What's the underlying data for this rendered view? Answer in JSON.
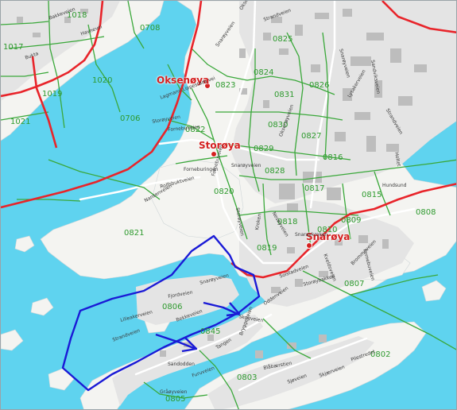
{
  "colors": {
    "water": "#5fd3ef",
    "land": "#f4f4f1",
    "urban": "#e4e4e4",
    "building": "#bdbdbd",
    "road": "#ffffff",
    "zone_line": "#3aa83a",
    "zone_label": "#2e9a2e",
    "district_line": "#e8242a",
    "highlight_line": "#1a1ad6",
    "place_label": "#d42020"
  },
  "places": [
    {
      "id": "oksenoya",
      "name": "Oksenøya"
    },
    {
      "id": "storoya",
      "name": "Storøya"
    },
    {
      "id": "snaroya",
      "name": "Snarøya"
    }
  ],
  "zones": [
    "1018",
    "0708",
    "1017",
    "1020",
    "1019",
    "1021",
    "0825",
    "0824",
    "0823",
    "0826",
    "0831",
    "0706",
    "0822",
    "0830",
    "0827",
    "0829",
    "0816",
    "0828",
    "0817",
    "0815",
    "0820",
    "0818",
    "0808",
    "0809",
    "0810",
    "0821",
    "0819",
    "0807",
    "0806",
    "0845",
    "0802",
    "0803",
    "0805"
  ],
  "streets": [
    "Oksenøyveien",
    "Strandveien",
    "Snarøyveien",
    "Lagmann Lippestads vei",
    "Storøyveien",
    "Fornebuveien",
    "Forneburingen",
    "Rolfsbuktveien",
    "Nansenveien",
    "Snarøyveien",
    "Fornebuveien",
    "Oksenøyveien",
    "Storøyveien",
    "Kroken",
    "Snarøyveien",
    "Sandviksveien",
    "Lysakerveien",
    "Strandveien",
    "Holtet",
    "Hundsund",
    "Nesøyveien",
    "Snarøykroken",
    "Kveldsveien",
    "Brommeveien",
    "Fornebuveien",
    "Solstadveien",
    "Storøybakken",
    "Oddenveien",
    "Skogveien",
    "Snarøyveien",
    "Fjordveien",
    "Lilleakerveien",
    "Strandveien",
    "Bekkeveien",
    "Tangen",
    "Bryggeveien",
    "Sandodden",
    "Furuveien",
    "Gråøyveien",
    "Blåbærstien",
    "Sjøveien",
    "Skjærveien",
    "Pilestredet",
    "Bakkeveien",
    "Bukta",
    "Havnevei"
  ]
}
